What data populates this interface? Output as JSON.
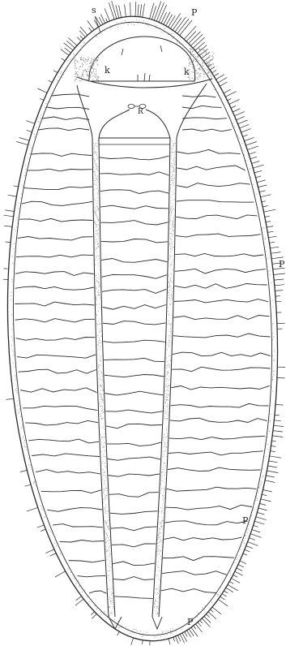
{
  "figure": {
    "labels": {
      "s": "s",
      "p_top": "P",
      "k_left": "k",
      "k_right": "k",
      "r": "R",
      "p_right_upper": "P",
      "p_right_lower": "P",
      "p_bottom": "P"
    },
    "colors": {
      "ink": "#2a2a2a",
      "stipple": "#8a8a8a",
      "paper": "#ffffff"
    }
  }
}
